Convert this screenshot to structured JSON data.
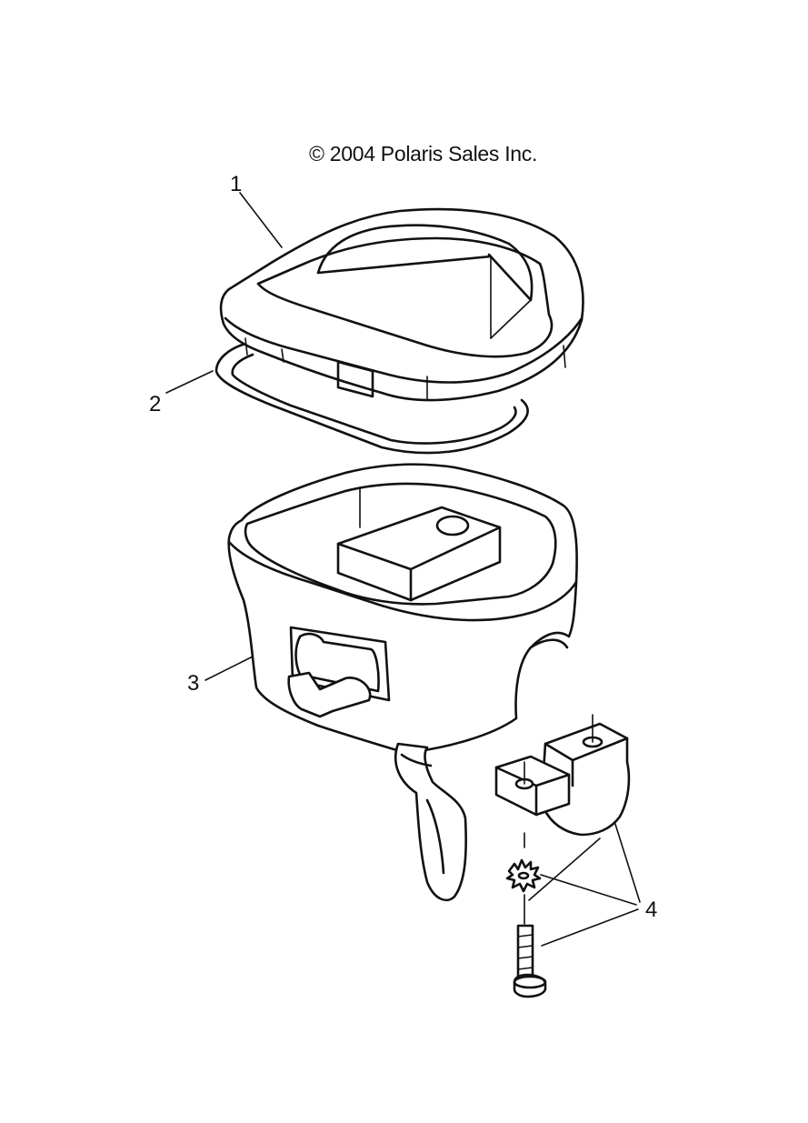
{
  "copyright": "© 2004 Polaris Sales Inc.",
  "callouts": [
    {
      "label": "1",
      "part": "cover"
    },
    {
      "label": "2",
      "part": "gasket"
    },
    {
      "label": "3",
      "part": "throttle-housing"
    },
    {
      "label": "4",
      "part": "clamp-hardware"
    }
  ]
}
